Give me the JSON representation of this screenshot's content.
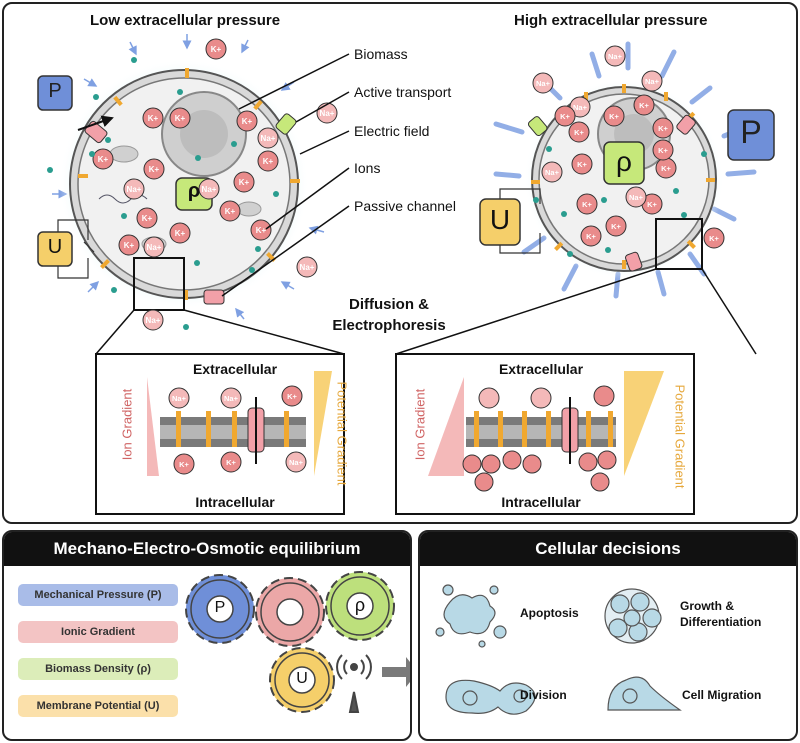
{
  "top": {
    "low_title": "Low extracellular pressure",
    "high_title": "High extracellular pressure",
    "labels": {
      "biomass": "Biomass",
      "active_transport": "Active transport",
      "electric_field": "Electric field",
      "ions": "Ions",
      "passive_channel": "Passive channel"
    },
    "center_label": "Diffusion &\nElectrophoresis",
    "symbols": {
      "P": "P",
      "rho": "ρ",
      "U": "U"
    },
    "ion_k": "K⁺",
    "ion_na": "Na⁺"
  },
  "insets": {
    "extracellular": "Extracellular",
    "intracellular": "Intracellular",
    "ion_gradient": "Ion Gradient",
    "potential_gradient": "Potential Gradient"
  },
  "bottom_left": {
    "title": "Mechano-Electro-Osmotic equilibrium",
    "legend": [
      {
        "label": "Mechanical Pressure (P)",
        "color": "#a9bce8"
      },
      {
        "label": "Ionic Gradient",
        "color": "#f3c4c4"
      },
      {
        "label": "Biomass Density (ρ)",
        "color": "#dcedb9"
      },
      {
        "label": "Membrane Potential (U)",
        "color": "#fbe0aa"
      }
    ],
    "gears": [
      {
        "symbol": "P",
        "color": "#6f8fd8"
      },
      {
        "symbol": "",
        "color": "#eba7a7"
      },
      {
        "symbol": "ρ",
        "color": "#bde07c"
      },
      {
        "symbol": "U",
        "color": "#f5cf6a"
      }
    ]
  },
  "bottom_right": {
    "title": "Cellular decisions",
    "items": [
      "Apoptosis",
      "Growth &\nDifferentiation",
      "Division",
      "Cell Migration"
    ]
  }
}
